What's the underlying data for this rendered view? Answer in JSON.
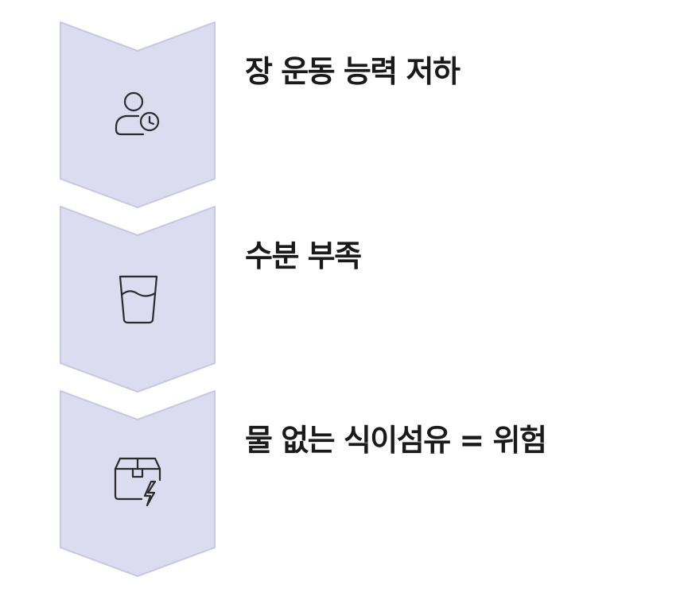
{
  "steps": [
    {
      "label": "장 운동 능력 저하",
      "icon": "person-clock-icon"
    },
    {
      "label": "수분 부족",
      "icon": "water-glass-icon"
    },
    {
      "label": "물 없는 식이섬유 = 위험",
      "icon": "box-lightning-icon"
    }
  ],
  "colors": {
    "chevron_fill": "#dcdcf0",
    "chevron_stroke": "#c8c8e2",
    "icon_stroke": "#2b2b2b",
    "text": "#1a1a1a"
  }
}
